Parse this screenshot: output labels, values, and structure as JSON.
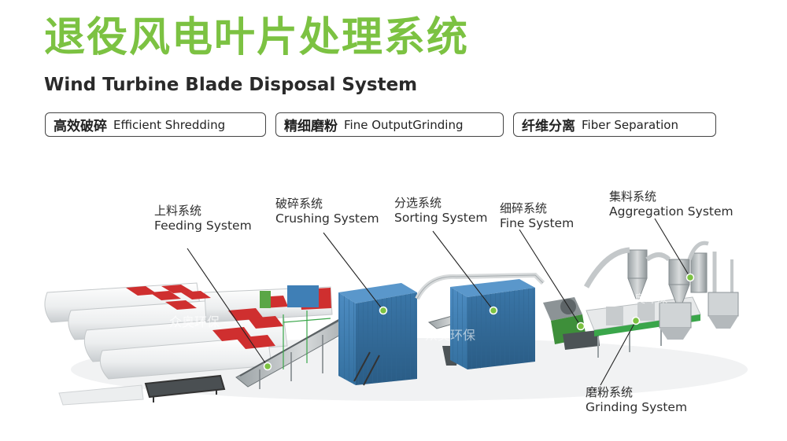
{
  "colors": {
    "accent_green": "#7cc242",
    "machine_blue": "#3f7fb6",
    "stripe_red": "#cf2f2f"
  },
  "header": {
    "title_cn": "退役风电叶片处理系统",
    "title_en": "Wind Turbine Blade Disposal System"
  },
  "tags": [
    {
      "cn": "高效破碎",
      "en": "Efficient Shredding"
    },
    {
      "cn": "精细磨粉",
      "en": "Fine OutputGrinding"
    },
    {
      "cn": "纤维分离",
      "en": "Fiber Separation"
    }
  ],
  "labels": {
    "feeding": {
      "cn": "上料系统",
      "en": "Feeding System"
    },
    "crushing": {
      "cn": "破碎系统",
      "en": "Crushing System"
    },
    "sorting": {
      "cn": "分选系统",
      "en": "Sorting System"
    },
    "fine": {
      "cn": "细碎系统",
      "en": "Fine System"
    },
    "aggregation": {
      "cn": "集料系统",
      "en": "Aggregation System"
    },
    "grinding": {
      "cn": "磨粉系统",
      "en": "Grinding System"
    }
  },
  "watermark": "众奥环保"
}
